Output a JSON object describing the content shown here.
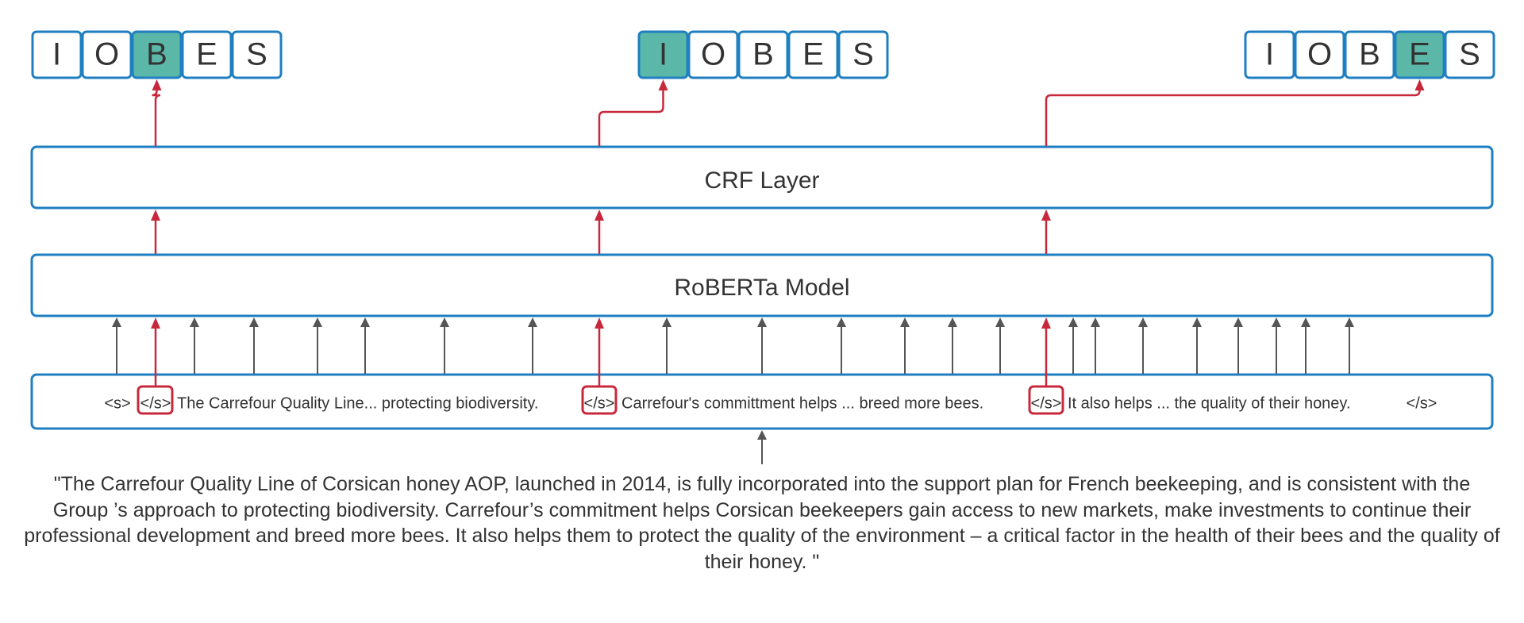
{
  "colors": {
    "box_border": "#1f7fc0",
    "highlight_fill": "#5bb8a8",
    "red_arrow": "#c8283c",
    "gray_arrow": "#555555",
    "text": "#333333"
  },
  "tag_groups": [
    {
      "tags": [
        "I",
        "O",
        "B",
        "E",
        "S"
      ],
      "selected": "B"
    },
    {
      "tags": [
        "I",
        "O",
        "B",
        "E",
        "S"
      ],
      "selected": "I"
    },
    {
      "tags": [
        "I",
        "O",
        "B",
        "E",
        "S"
      ],
      "selected": "E"
    }
  ],
  "crf_layer": {
    "label": "CRF Layer"
  },
  "roberta_model": {
    "label": "RoBERTa Model"
  },
  "token_sequence": {
    "start_token": "<s>",
    "sep_token": "</s>",
    "segment_1": "The Carrefour Quality Line... protecting biodiversity.",
    "segment_2": "Carrefour's committment helps ... breed more bees.",
    "segment_3": "It also helps ... the quality of their honey.",
    "end_token": "</s>"
  },
  "passage": "\"The Carrefour Quality Line of Corsican honey AOP, launched in 2014, is fully incorporated into the support plan for French beekeeping, and is consistent with the Group ’s approach to protecting biodiversity. Carrefour’s commitment helps Corsican beekeepers gain access to new markets, make investments to continue their professional development and breed more bees. It also helps them to protect the quality of the environment – a critical factor in the health of their bees and the quality of their honey. \""
}
